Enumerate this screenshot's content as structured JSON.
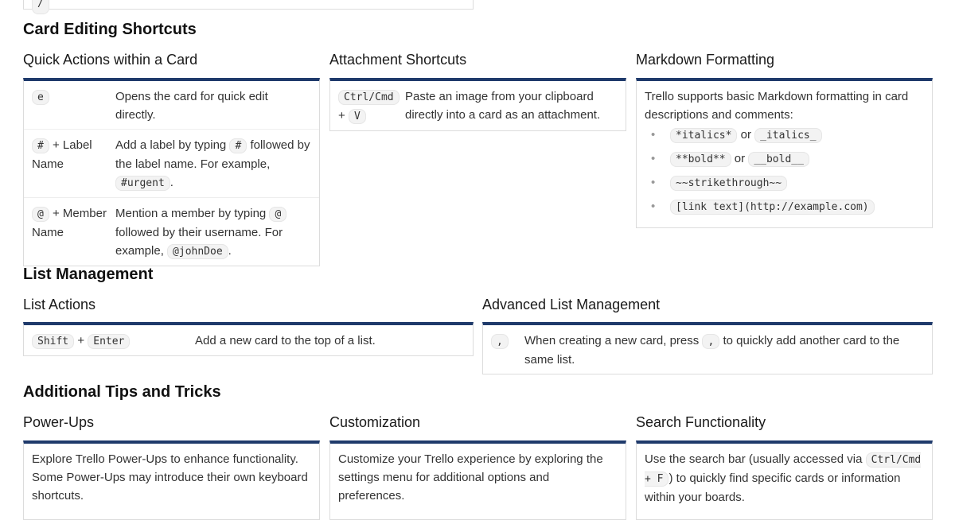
{
  "prev_section": {
    "code": "/"
  },
  "card_editing": {
    "title": "Card Editing Shortcuts",
    "quick": {
      "title": "Quick Actions within a Card",
      "rows": [
        {
          "key": "e",
          "desc": "Opens the card for quick edit directly."
        },
        {
          "key": "#",
          "key_suffix": "+ Label Name",
          "desc_pre": "Add a label by typing",
          "desc_code": "#",
          "desc_mid": "followed by the label name. For example,",
          "desc_code2": "#urgent",
          "desc_post": "."
        },
        {
          "key": "@",
          "key_suffix": "+ Member Name",
          "desc_pre": "Mention a member by typing",
          "desc_code": "@",
          "desc_mid": "followed by their username. For example,",
          "desc_code2": "@johnDoe",
          "desc_post": "."
        }
      ]
    },
    "attach": {
      "title": "Attachment Shortcuts",
      "key1": "Ctrl/Cmd",
      "plus": "+",
      "key2": "V",
      "desc": "Paste an image from your clipboard directly into a card as an attachment."
    },
    "markdown": {
      "title": "Markdown Formatting",
      "intro": "Trello supports basic Markdown formatting in card descriptions and comments:",
      "or": "or",
      "items": [
        [
          "*italics*",
          "_italics_"
        ],
        [
          "**bold**",
          "__bold__"
        ],
        [
          "~~strikethrough~~"
        ],
        [
          "[link text](http://example.com)"
        ]
      ]
    }
  },
  "list_mgmt": {
    "title": "List Management",
    "actions": {
      "title": "List Actions",
      "key1": "Shift",
      "plus": "+",
      "key2": "Enter",
      "desc": "Add a new card to the top of a list."
    },
    "advanced": {
      "title": "Advanced List Management",
      "key": ",",
      "desc_pre": "When creating a new card, press",
      "desc_code": ",",
      "desc_post": "to quickly add another card to the same list."
    }
  },
  "tips": {
    "title": "Additional Tips and Tricks",
    "powerups": {
      "title": "Power-Ups",
      "text": "Explore Trello Power-Ups to enhance functionality. Some Power-Ups may introduce their own keyboard shortcuts."
    },
    "custom": {
      "title": "Customization",
      "text": "Customize your Trello experience by exploring the settings menu for additional options and preferences."
    },
    "search": {
      "title": "Search Functionality",
      "pre": "Use the search bar (usually accessed via",
      "code": "Ctrl/Cmd + F",
      "post": ") to quickly find specific cards or information within your boards."
    }
  }
}
